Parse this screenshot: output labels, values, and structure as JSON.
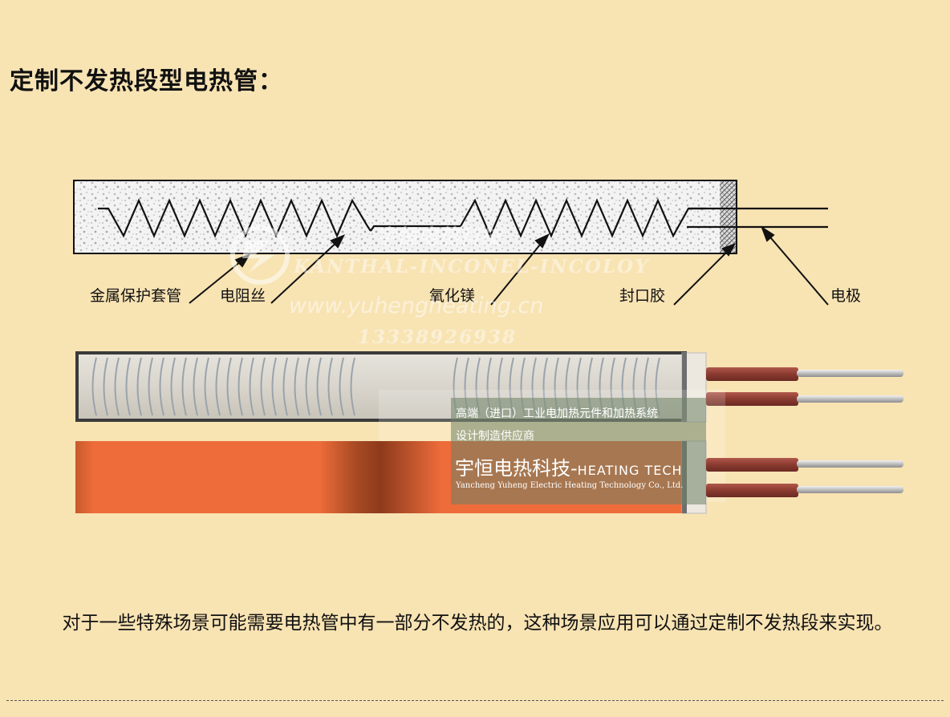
{
  "title": "定制不发热段型电热管：",
  "labels": {
    "sheath": "金属保护套管",
    "wire": "电阻丝",
    "mgo": "氧化镁",
    "seal": "封口胶",
    "electrode": "电极"
  },
  "watermark": {
    "brand": "宇恒电热科技",
    "materials": "KANTHAL-INCONEL-INCOLOY",
    "url": "www.yuhengheating.cn",
    "phone": "13338926938"
  },
  "overlay": {
    "line1": "高端（进口）工业电加热元件和加热系统",
    "line2": "设计制造供应商",
    "brand": "宇恒电热科技-",
    "brand_en": "HEATING TECH",
    "company_en": "Yancheng Yuheng Electric Heating Technology Co., Ltd."
  },
  "description": "对于一些特殊场景可能需要电热管中有一部分不发热的，这种场景应用可以通过定制不发热段来实现。",
  "colors": {
    "background": "#f8e3b3",
    "copper": "#ee6c3a",
    "insulation_sleeve": "#8b3b30"
  }
}
